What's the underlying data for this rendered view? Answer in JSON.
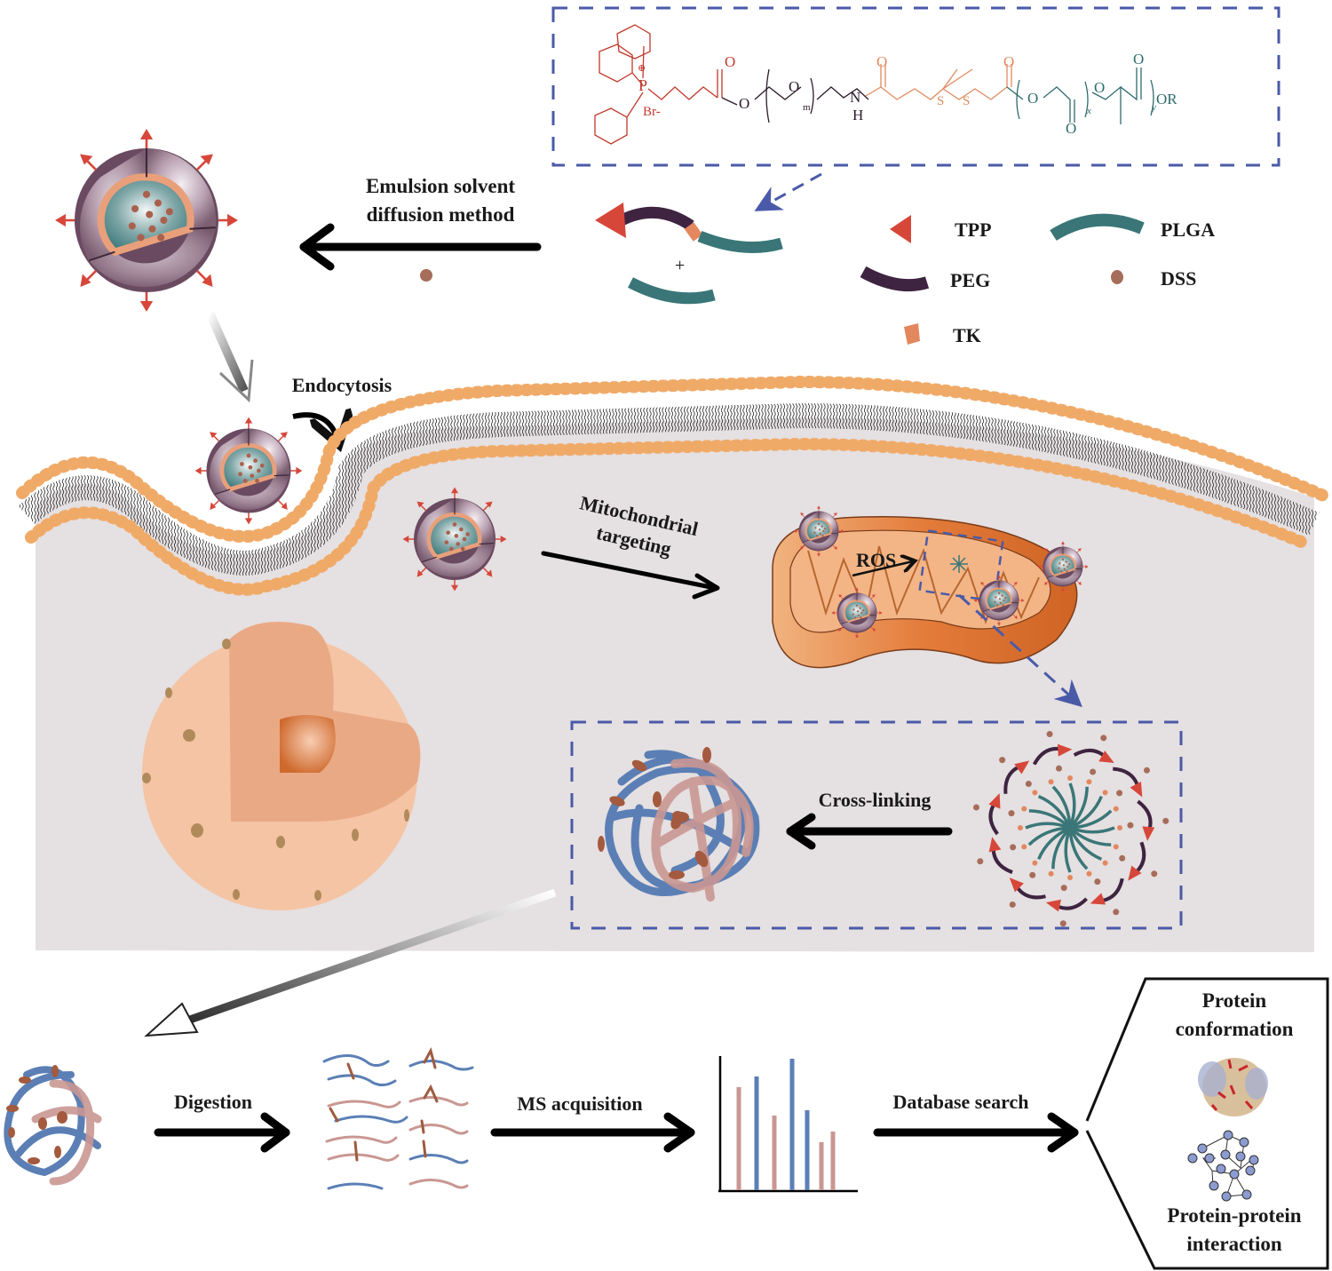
{
  "chemical_structure": {
    "tpp_charge": "⊕",
    "phosphorus": "P",
    "counter_ion": "Br-",
    "carbonyl_o": "O",
    "ester_o": "O",
    "peg_o": "O",
    "peg_repeat": "m",
    "amide_n": "N",
    "amide_h": "H",
    "sulfur": "S",
    "plga_o1": "O",
    "plga_x": "x",
    "plga_o2": "O",
    "plga_y": "y",
    "terminal": "OR"
  },
  "legend": {
    "items": [
      {
        "key": "tpp",
        "label": "TPP",
        "color": "#d6473a"
      },
      {
        "key": "plga",
        "label": "PLGA",
        "color": "#3a7678"
      },
      {
        "key": "peg",
        "label": "PEG",
        "color": "#3e2440"
      },
      {
        "key": "dss",
        "label": "DSS",
        "color": "#a56d5a"
      },
      {
        "key": "tk",
        "label": "TK",
        "color": "#e3875f"
      }
    ],
    "plus": "+"
  },
  "steps": {
    "emulsion_line1": "Emulsion solvent",
    "emulsion_line2": "diffusion method",
    "endocytosis": "Endocytosis",
    "mito_line1": "Mitochondrial",
    "mito_line2": "targeting",
    "ros": "ROS",
    "crosslinking": "Cross-linking",
    "digestion": "Digestion",
    "ms_acquisition": "MS acquisition",
    "database_search": "Database search"
  },
  "outcomes": {
    "conformation_line1": "Protein",
    "conformation_line2": "conformation",
    "ppi_line1": "Protein-protein",
    "ppi_line2": "interaction"
  },
  "colors": {
    "tpp": "#d6473a",
    "peg": "#3e2440",
    "tk": "#e3875f",
    "plga": "#3a7678",
    "dss": "#a56d5a",
    "dashed_box": "#4a5aa8",
    "cytoplasm": "#e5e0e1",
    "lipid_head": "#f0aa68",
    "protein_blue": "#5b7fb5",
    "protein_pink": "#c99792",
    "mito_orange": "#e07a3a",
    "nucleus": "#f4c4a4"
  },
  "ms_spectrum": {
    "bars": [
      {
        "intensity": 0.58,
        "color": "pink"
      },
      {
        "intensity": 0.64,
        "color": "blue"
      },
      {
        "intensity": 0.42,
        "color": "pink"
      },
      {
        "intensity": 0.74,
        "color": "blue"
      },
      {
        "intensity": 0.45,
        "color": "blue"
      },
      {
        "intensity": 0.27,
        "color": "pink"
      },
      {
        "intensity": 0.33,
        "color": "pink"
      }
    ]
  }
}
